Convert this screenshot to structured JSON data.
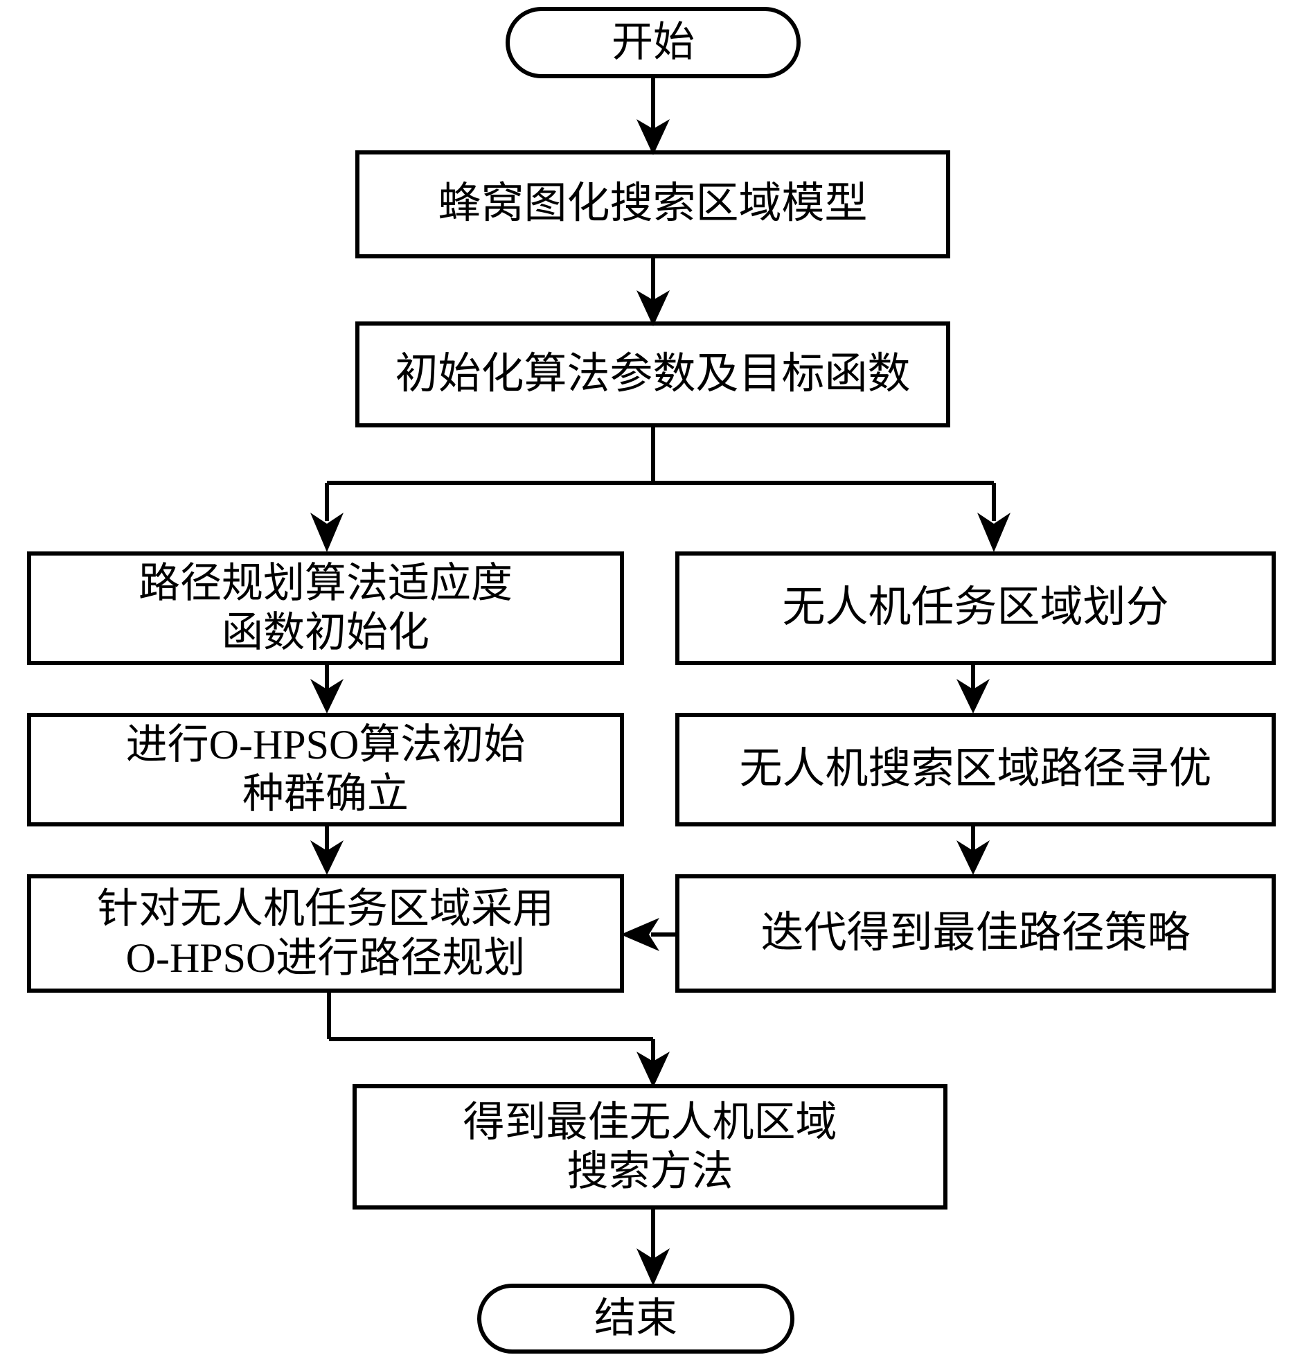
{
  "diagram": {
    "title": "无人机区域搜索方法流程图",
    "type": "flowchart",
    "orientation": "top-to-bottom",
    "colors": {
      "background": "#ffffff",
      "stroke": "#000000",
      "fill": "#ffffff",
      "text": "#000000"
    }
  },
  "nodes": {
    "start": {
      "id": "start",
      "shape": "stadium",
      "label": "开始",
      "lines": [
        "开始"
      ]
    },
    "model": {
      "id": "model",
      "shape": "rectangle",
      "label": "蜂窝图化搜索区域模型",
      "lines": [
        "蜂窝图化搜索区域模型"
      ]
    },
    "init_params": {
      "id": "init_params",
      "shape": "rectangle",
      "label": "初始化算法参数及目标函数",
      "lines": [
        "初始化算法参数及目标函数"
      ]
    },
    "fitness_init": {
      "id": "fitness_init",
      "shape": "rectangle",
      "label": "路径规划算法适应度函数初始化",
      "lines": [
        "路径规划算法适应度",
        "函数初始化"
      ]
    },
    "population_init": {
      "id": "population_init",
      "shape": "rectangle",
      "label": "进行O-HPSO算法初始种群确立",
      "lines": [
        "进行O-HPSO算法初始",
        "种群确立"
      ]
    },
    "path_planning": {
      "id": "path_planning",
      "shape": "rectangle",
      "label": "针对无人机任务区域采用O-HPSO进行路径规划",
      "lines": [
        "针对无人机任务区域采用",
        "O-HPSO进行路径规划"
      ]
    },
    "area_division": {
      "id": "area_division",
      "shape": "rectangle",
      "label": "无人机任务区域划分",
      "lines": [
        "无人机任务区域划分"
      ]
    },
    "path_optimize": {
      "id": "path_optimize",
      "shape": "rectangle",
      "label": "无人机搜索区域路径寻优",
      "lines": [
        "无人机搜索区域路径寻优"
      ]
    },
    "best_strategy": {
      "id": "best_strategy",
      "shape": "rectangle",
      "label": "迭代得到最佳路径策略",
      "lines": [
        "迭代得到最佳路径策略"
      ]
    },
    "result": {
      "id": "result",
      "shape": "rectangle",
      "label": "得到最佳无人机区域搜索方法",
      "lines": [
        "得到最佳无人机区域",
        "搜索方法"
      ]
    },
    "end": {
      "id": "end",
      "shape": "stadium",
      "label": "结束",
      "lines": [
        "结束"
      ]
    }
  },
  "edges": [
    {
      "from": "start",
      "to": "model",
      "style": "straight-down",
      "arrow": true
    },
    {
      "from": "model",
      "to": "init_params",
      "style": "straight-down",
      "arrow": true
    },
    {
      "from": "init_params",
      "to": "fitness_init",
      "style": "split-left",
      "arrow": true
    },
    {
      "from": "init_params",
      "to": "area_division",
      "style": "split-right",
      "arrow": true
    },
    {
      "from": "fitness_init",
      "to": "population_init",
      "style": "straight-down",
      "arrow": true
    },
    {
      "from": "population_init",
      "to": "path_planning",
      "style": "straight-down",
      "arrow": true
    },
    {
      "from": "area_division",
      "to": "path_optimize",
      "style": "straight-down",
      "arrow": true
    },
    {
      "from": "path_optimize",
      "to": "best_strategy",
      "style": "straight-down",
      "arrow": true
    },
    {
      "from": "best_strategy",
      "to": "path_planning",
      "style": "straight-left",
      "arrow": true
    },
    {
      "from": "path_planning",
      "to": "result",
      "style": "elbow-down-right",
      "arrow": true
    },
    {
      "from": "result",
      "to": "end",
      "style": "straight-down",
      "arrow": true
    }
  ]
}
